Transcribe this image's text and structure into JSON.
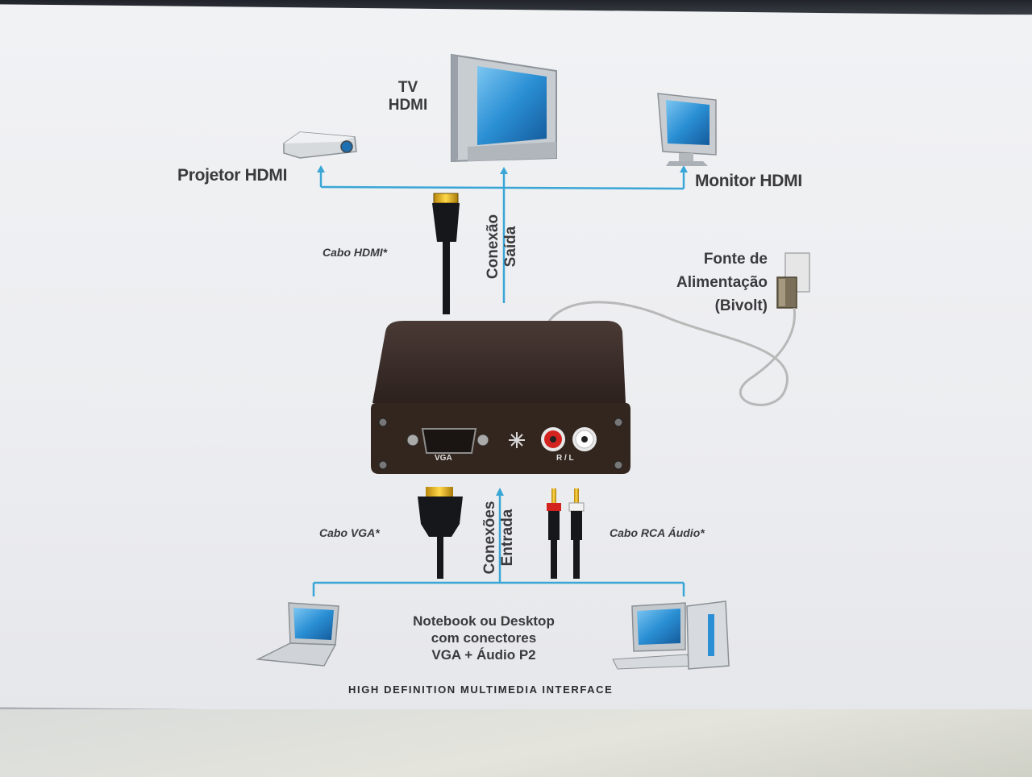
{
  "devices": {
    "tv": {
      "line1": "TV",
      "line2": "HDMI"
    },
    "projector": "Projetor HDMI",
    "monitor": "Monitor HDMI"
  },
  "cables": {
    "hdmi": "Cabo HDMI*",
    "vga": "Cabo VGA*",
    "rca": "Cabo RCA Áudio*"
  },
  "connections": {
    "output": {
      "line1": "Conexão",
      "line2": "Saída"
    },
    "input": {
      "line1": "Conexões",
      "line2": "Entrada"
    }
  },
  "power": {
    "line1": "Fonte de",
    "line2": "Alimentação",
    "line3": "(Bivolt)"
  },
  "converter": {
    "vga_port": "VGA",
    "audio_port": "R / L"
  },
  "source": {
    "line1": "Notebook ou Desktop",
    "line2": "com conectores",
    "line3": "VGA + Áudio P2"
  },
  "footer": "HIGH DEFINITION MULTIMEDIA INTERFACE",
  "colors": {
    "connector_line": "#3aa6d6",
    "screen": "#2a8fd4",
    "device_body": "#3d2f2b",
    "rca_red": "#d2231f"
  }
}
